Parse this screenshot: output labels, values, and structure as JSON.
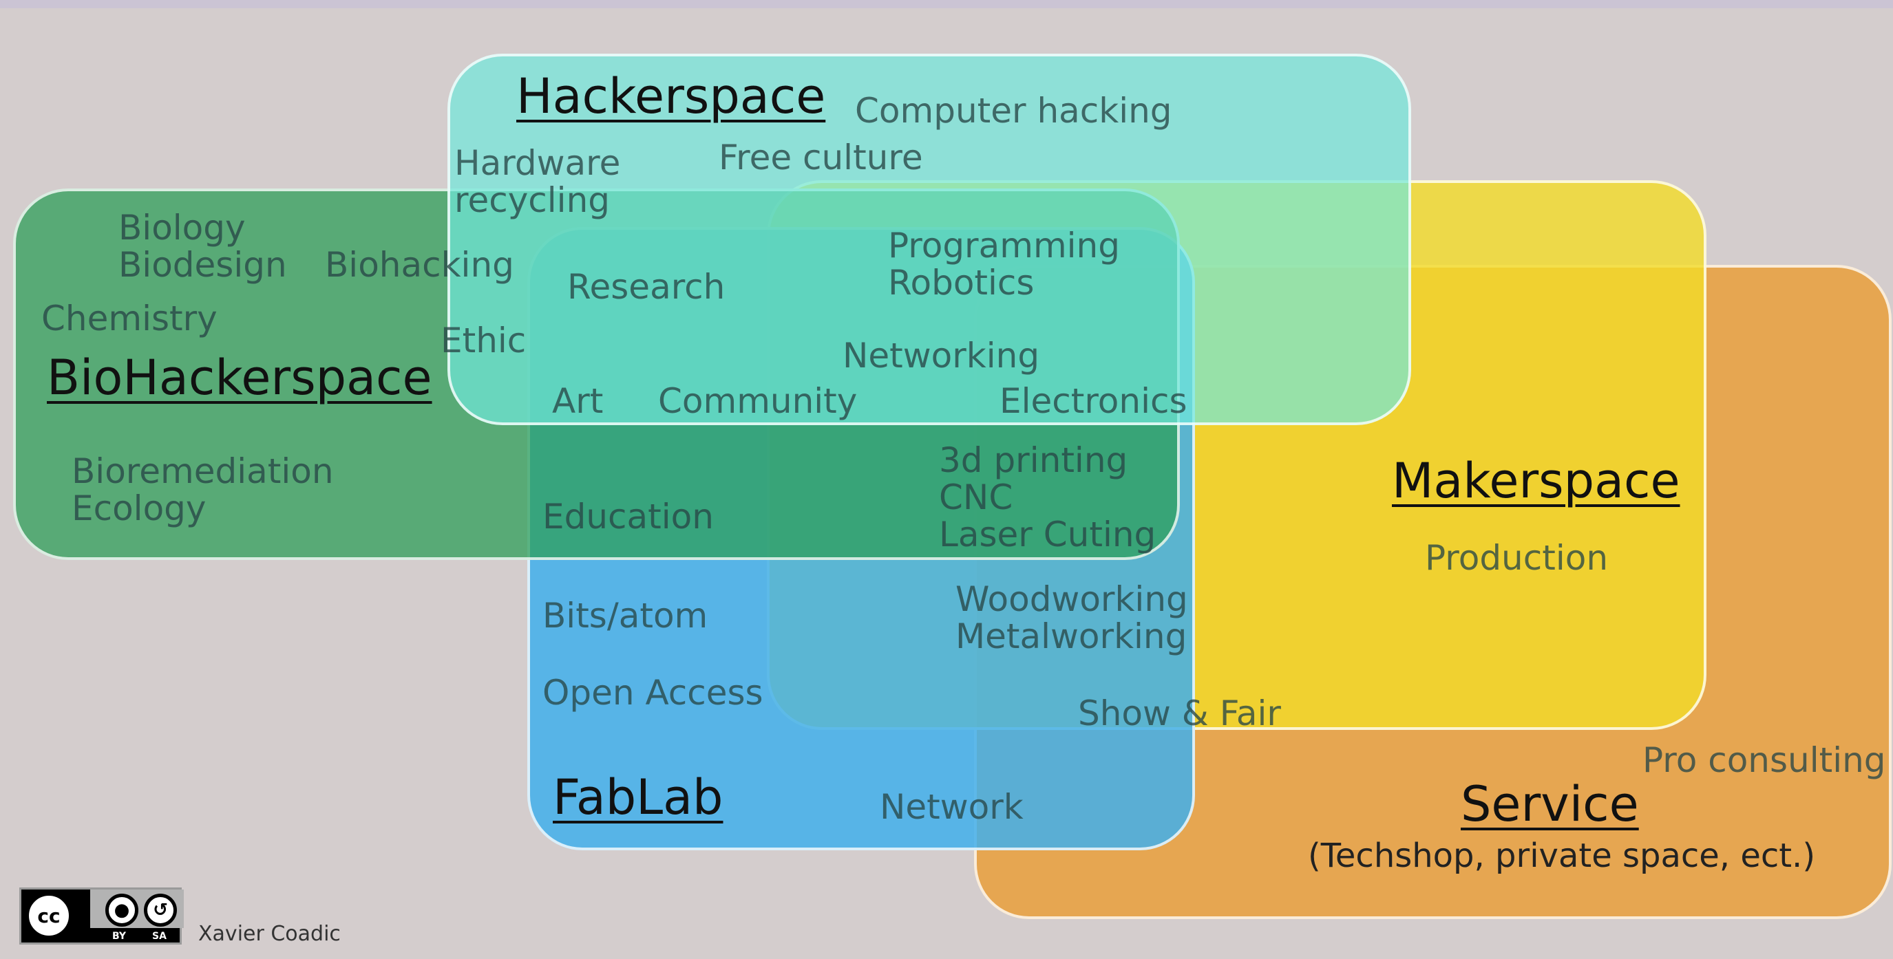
{
  "regions": {
    "hackerspace": "Hackerspace",
    "biohackerspace": "BioHackerspace",
    "makerspace": "Makerspace",
    "fablab": "FabLab",
    "service": "Service",
    "service_sub": "(Techshop, private  space, ect.)"
  },
  "topics": {
    "computer_hacking": "Computer hacking",
    "free_culture": "Free culture",
    "hardware": "Hardware",
    "recycling": "recycling",
    "biology": "Biology",
    "biodesign": "Biodesign",
    "biohacking": "Biohacking",
    "chemistry": "Chemistry",
    "ethic": "Ethic",
    "bioremediation": "Bioremediation",
    "ecology": "Ecology",
    "research": "Research",
    "programming": "Programming",
    "robotics": "Robotics",
    "networking": "Networking",
    "art": "Art",
    "community": "Community",
    "electronics": "Electronics",
    "printing_3d": "3d printing",
    "cnc": "CNC",
    "laser_cuting": "Laser Cuting",
    "education": "Education",
    "bits_atom": "Bits/atom",
    "woodworking": "Woodworking",
    "metalworking": "Metalworking",
    "open_access": "Open Access",
    "show_fair": "Show & Fair",
    "production": "Production",
    "pro_consulting": "Pro consulting",
    "network": "Network"
  },
  "license": {
    "cc": "cc",
    "by": "BY",
    "sa": "SA",
    "author": "Xavier Coadic"
  },
  "colors": {
    "background": "#d4cdcd",
    "hackerspace": "#70e8dc",
    "biohackerspace": "#2c9e58",
    "makerspace": "#f3dc28",
    "fablab": "#41afeb",
    "service": "#e9a03c"
  }
}
